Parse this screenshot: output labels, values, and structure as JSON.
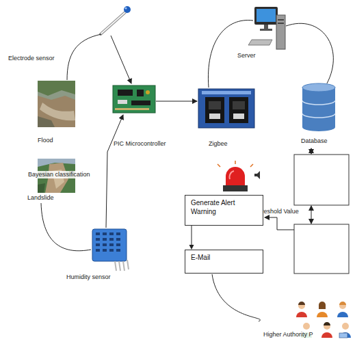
{
  "diagram": {
    "nodes": [
      {
        "text": [
          "Generate Alert Warning"
        ]
      },
      {
        "text": [
          "E-Mail"
        ]
      }
    ],
    "edges": [
      {
        "from": 0,
        "to": 1,
        "arrow": "to"
      }
    ],
    "labels": [
      "Electrode sensor",
      "Server",
      "Flood",
      "PIC Microcontroller",
      "Zigbee",
      "Database",
      "Bayesian classification",
      "Landslide",
      "Threshold Value",
      "Humidity sensor",
      "Higher Authority P"
    ]
  }
}
